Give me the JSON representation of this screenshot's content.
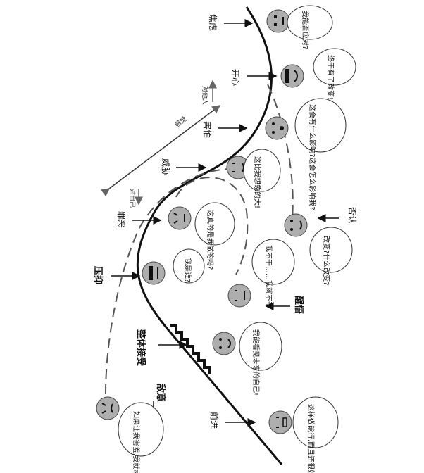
{
  "stages": {
    "jiaolu": "焦虑",
    "kaixin": "开心",
    "haipa": "害怕",
    "weixie": "威胁",
    "zuie": "罪恶",
    "yayi": "压抑",
    "zhengti": "整体接受",
    "dishi": "敌意",
    "qianjin": "前进",
    "fouren": "否认",
    "xingwu": "醒悟"
  },
  "bubbles": {
    "b1": "我能否应对?",
    "b2": "终于有了改变!",
    "b3": "这会有什么影响?这会怎么影响我?",
    "b4": "这比我想象的大!",
    "b5": "改变?什么改变?",
    "b6": "这真的是我做的吗?",
    "b7": "我是谁?",
    "b8": "我不干……我就不干",
    "b9": "我能看见未来的自己!",
    "b10": "这样做能行,而且还很好",
    "b11": "如果让我害羞,我就动手!"
  },
  "axis": {
    "to_others": "对他人",
    "to_self": "对自己",
    "perception": "感觉"
  },
  "colors": {
    "face": "#aeaeae",
    "line": "#111111"
  }
}
